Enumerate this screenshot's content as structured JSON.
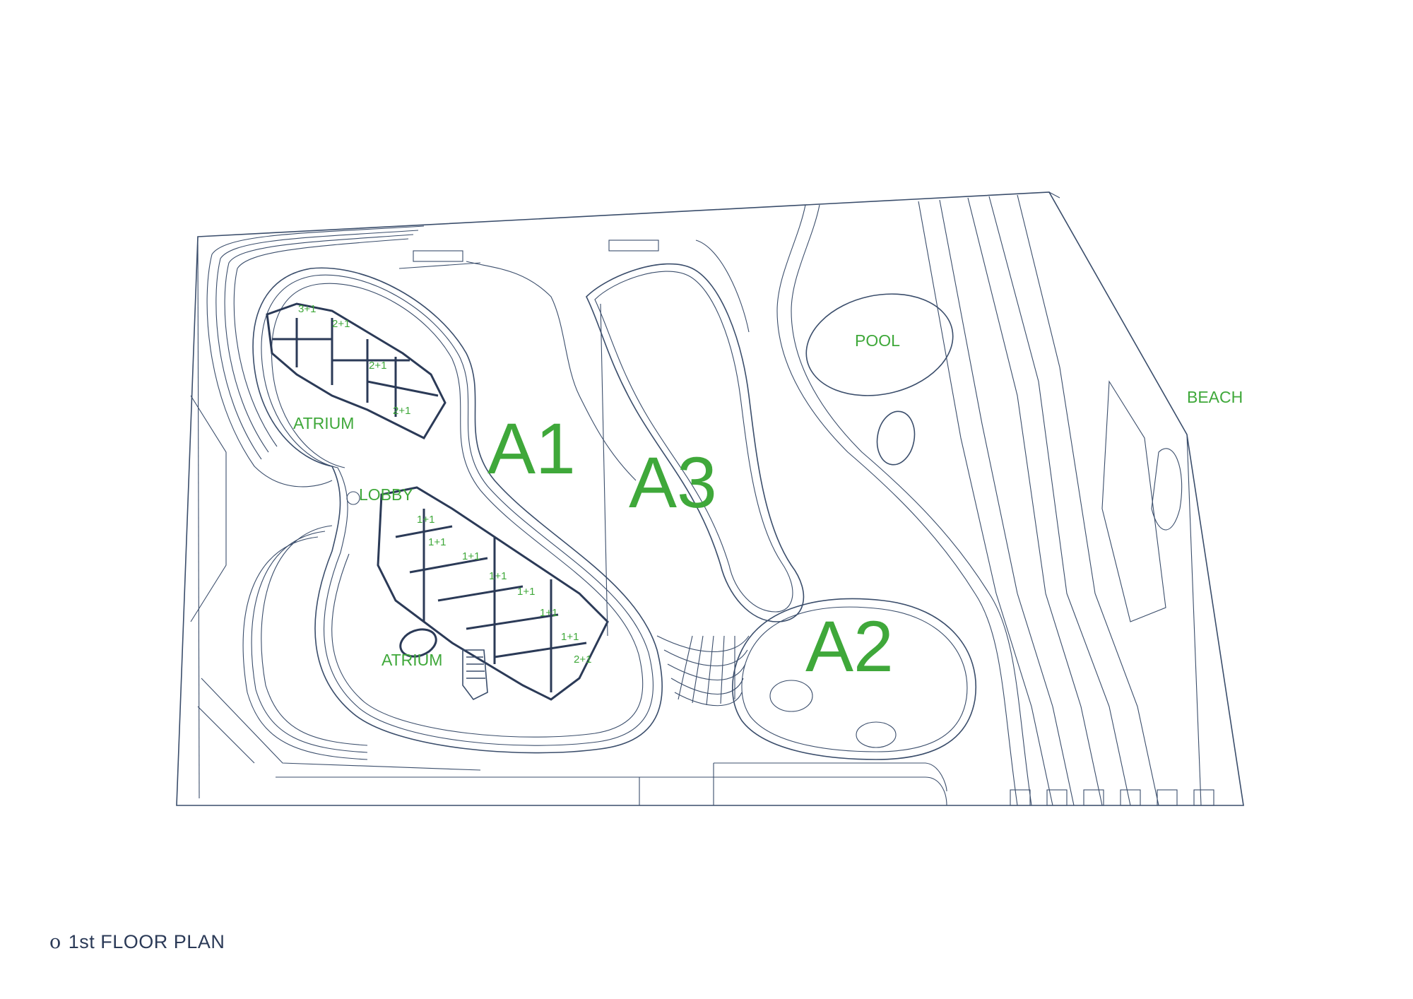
{
  "zones": {
    "a1": "A1",
    "a2": "A2",
    "a3": "A3"
  },
  "labels": {
    "pool": "POOL",
    "beach": "BEACH",
    "atrium_upper": "ATRIUM",
    "atrium_lower": "ATRIUM",
    "lobby": "LOBBY"
  },
  "units": [
    "3+1",
    "2+1",
    "2+1",
    "2+1",
    "1+1",
    "1+1",
    "1+1",
    "1+1",
    "1+1",
    "1+1",
    "1+1",
    "2+1"
  ],
  "caption": {
    "marker": "o",
    "text": "1st FLOOR PLAN"
  },
  "colors": {
    "lines": "#3a4d6b",
    "labels": "#3fa83a",
    "caption": "#2b3a57"
  }
}
